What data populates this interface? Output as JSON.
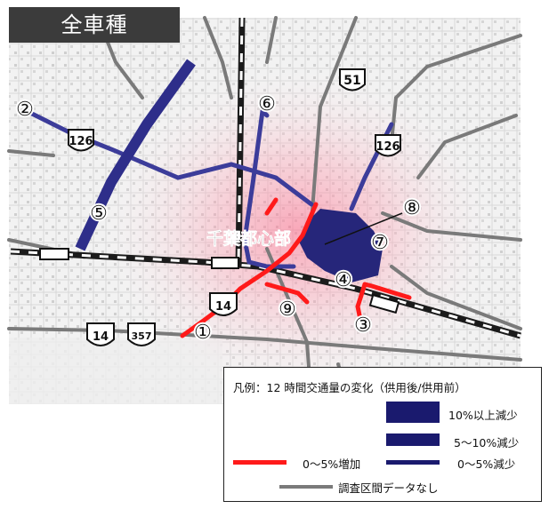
{
  "title": "全車種",
  "center_label": "千葉都心部",
  "routes": [
    {
      "id": "route-51",
      "label": "51"
    },
    {
      "id": "route-126-west",
      "label": "126"
    },
    {
      "id": "route-126-east",
      "label": "126"
    },
    {
      "id": "route-14-north",
      "label": "14"
    },
    {
      "id": "route-14-south",
      "label": "14"
    },
    {
      "id": "route-357",
      "label": "357"
    }
  ],
  "markers": [
    "①",
    "②",
    "③",
    "④",
    "⑤",
    "⑥",
    "⑦",
    "⑧",
    "⑨"
  ],
  "colors": {
    "major_decrease": "#1a1a6e",
    "mid_decrease": "#262680",
    "small_decrease": "#3c3c9a",
    "increase": "#ff1a1a",
    "no_data": "#7a7a7a"
  },
  "legend": {
    "title": "凡例：12 時間交通量の変化（供用後/供用前）",
    "major_decrease": "10%以上減少",
    "mid_decrease": "5～10%減少",
    "increase": "0～5%増加",
    "small_decrease": "0～5%減少",
    "no_data": "調査区間データなし"
  }
}
